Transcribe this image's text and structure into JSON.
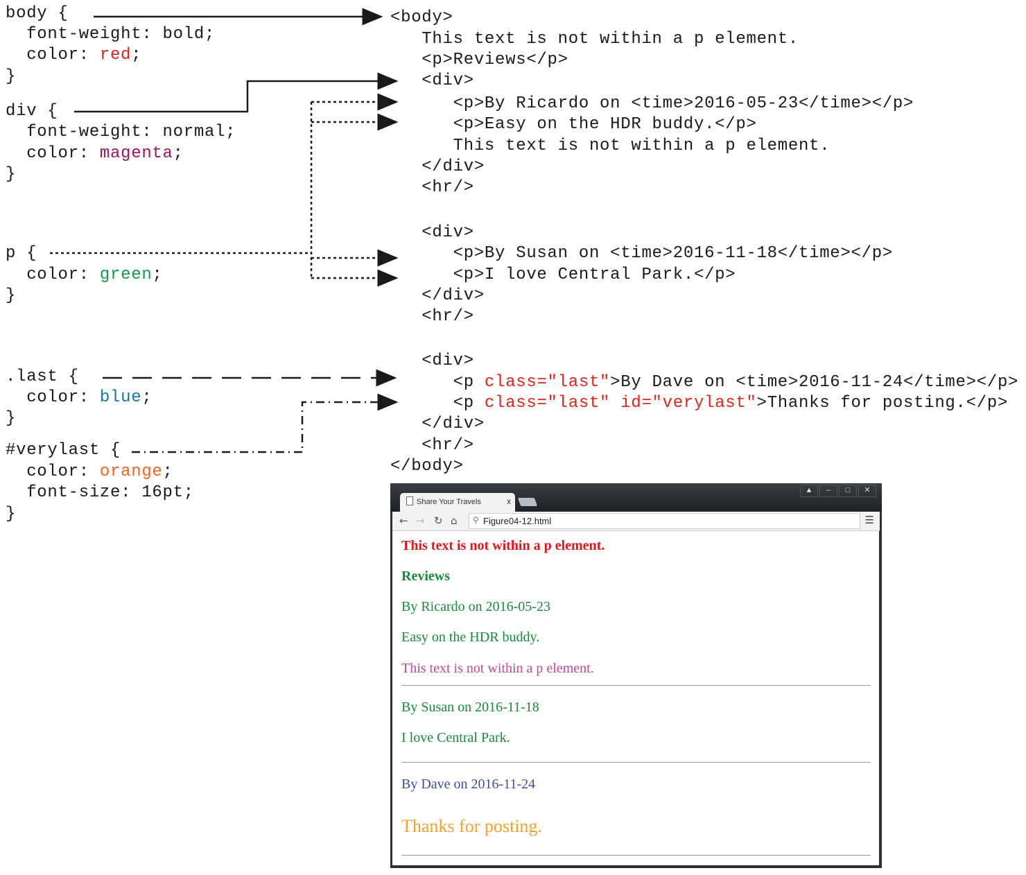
{
  "css_rules": [
    {
      "lines": [
        [
          {
            "t": "body {"
          }
        ],
        [
          {
            "t": "  font-weight: bold;"
          }
        ],
        [
          {
            "t": "  color: "
          },
          {
            "t": "red",
            "c": "#e2231a"
          },
          {
            "t": ";"
          }
        ],
        [
          {
            "t": "}"
          }
        ]
      ]
    },
    {
      "lines": [
        [
          {
            "t": "div {"
          }
        ],
        [
          {
            "t": "  font-weight: normal;"
          }
        ],
        [
          {
            "t": "  color: "
          },
          {
            "t": "magenta",
            "c": "#a0135f"
          },
          {
            "t": ";"
          }
        ],
        [
          {
            "t": "}"
          }
        ]
      ]
    },
    {
      "lines": [
        [
          {
            "t": "p {"
          }
        ],
        [
          {
            "t": "  color: "
          },
          {
            "t": "green",
            "c": "#129c4a"
          },
          {
            "t": ";"
          }
        ],
        [
          {
            "t": "}"
          }
        ]
      ]
    },
    {
      "lines": [
        [
          {
            "t": ".last {"
          }
        ],
        [
          {
            "t": "  color: "
          },
          {
            "t": "blue",
            "c": "#1278a8"
          },
          {
            "t": ";"
          }
        ],
        [
          {
            "t": "}"
          }
        ]
      ]
    },
    {
      "lines": [
        [
          {
            "t": "#verylast {"
          }
        ],
        [
          {
            "t": "  color: "
          },
          {
            "t": "orange",
            "c": "#f26522"
          },
          {
            "t": ";"
          }
        ],
        [
          {
            "t": "  font-size: 16pt;"
          }
        ],
        [
          {
            "t": "}"
          }
        ]
      ]
    }
  ],
  "html_lines": [
    [
      {
        "t": "<body>"
      }
    ],
    [
      {
        "t": "   This text is not within a p element."
      }
    ],
    [
      {
        "t": "   <p>Reviews</p>"
      }
    ],
    [
      {
        "t": "   <div>"
      }
    ],
    [
      {
        "t": "      <p>By Ricardo on <time>2016-05-23</time></p>"
      }
    ],
    [
      {
        "t": "      <p>Easy on the HDR buddy.</p>"
      }
    ],
    [
      {
        "t": "      This text is not within a p element."
      }
    ],
    [
      {
        "t": "   </div>"
      }
    ],
    [
      {
        "t": "   <hr/>"
      }
    ],
    [
      {
        "t": "   <div>"
      }
    ],
    [
      {
        "t": "      <p>By Susan on <time>2016-11-18</time></p>"
      }
    ],
    [
      {
        "t": "      <p>I love Central Park.</p>"
      }
    ],
    [
      {
        "t": "   </div>"
      }
    ],
    [
      {
        "t": "   <hr/>"
      }
    ],
    [
      {
        "t": "   <div>"
      }
    ],
    [
      {
        "t": "      <p "
      },
      {
        "t": "class=\"last\"",
        "c": "#e2231a"
      },
      {
        "t": ">By Dave on <time>2016-11-24</time></p>"
      }
    ],
    [
      {
        "t": "      <p "
      },
      {
        "t": "class=\"last\" id=\"verylast\"",
        "c": "#e2231a"
      },
      {
        "t": ">Thanks for posting.</p>"
      }
    ],
    [
      {
        "t": "   </div>"
      }
    ],
    [
      {
        "t": "   <hr/>"
      }
    ],
    [
      {
        "t": "</body>"
      }
    ]
  ],
  "browser": {
    "tab_title": "Share Your Travels",
    "tab_close": "x",
    "url": "Figure04-12.html",
    "icons": [
      "back-arrow-icon",
      "forward-arrow-icon",
      "reload-icon",
      "home-icon",
      "search-icon",
      "menu-icon",
      "profile-icon",
      "minimize-icon",
      "maximize-icon",
      "close-icon"
    ],
    "content": [
      {
        "text": "This text is not within a p element.",
        "color": "#e8141c",
        "bold": true
      },
      {
        "text": "Reviews",
        "color": "#178a3c",
        "bold": true
      },
      {
        "text": "By Ricardo on 2016-05-23",
        "color": "#178a3c"
      },
      {
        "text": "Easy on the HDR buddy.",
        "color": "#178a3c"
      },
      {
        "text": "This text is not within a p element.",
        "color": "#c0479a"
      },
      {
        "text": "By Susan on 2016-11-18",
        "color": "#178a3c"
      },
      {
        "text": "I love Central Park.",
        "color": "#178a3c"
      },
      {
        "text": "By Dave on 2016-11-24",
        "color": "#3a4ea0"
      },
      {
        "text": "Thanks for posting.",
        "color": "#f7a12b",
        "large": true
      }
    ]
  }
}
